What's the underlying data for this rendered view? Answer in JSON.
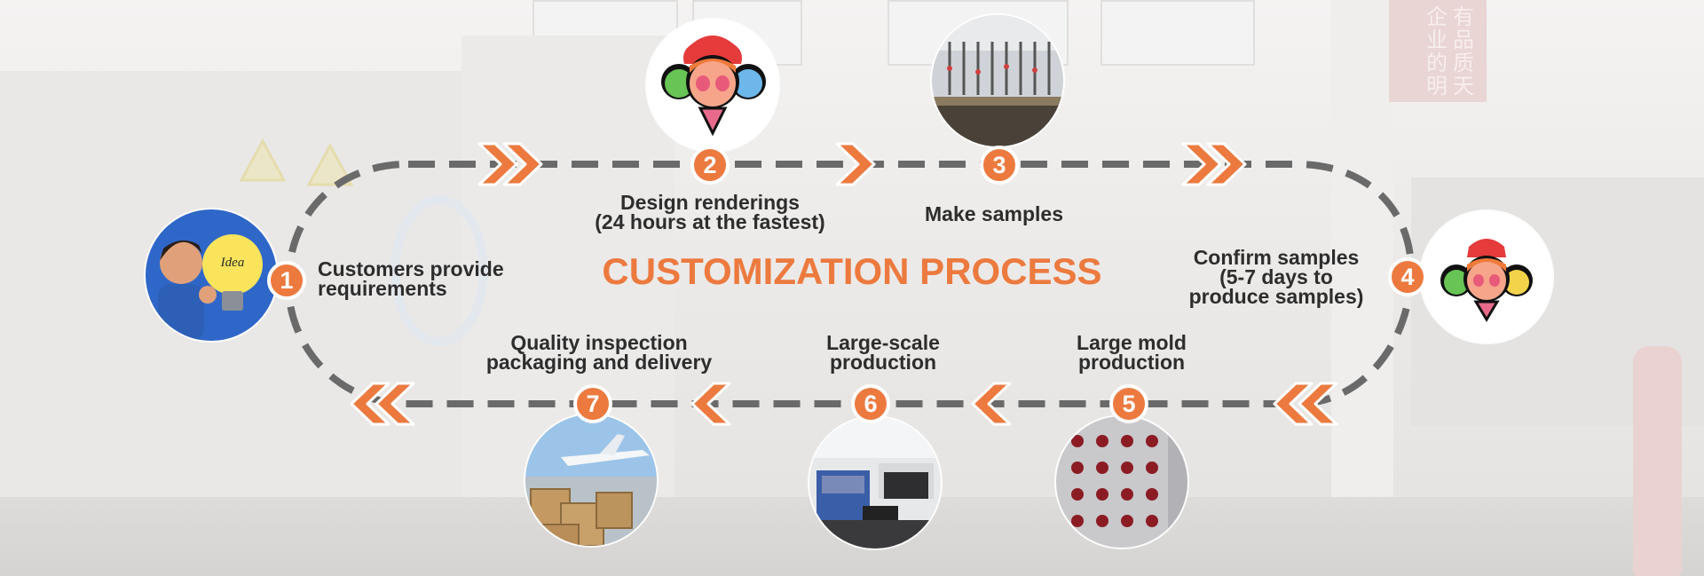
{
  "title": "CUSTOMIZATION PROCESS",
  "colors": {
    "accent": "#ec7a3f",
    "dash": "#6a6a6a",
    "text": "#2d2d2d"
  },
  "background": {
    "banner_chars": [
      "有",
      "品",
      "质",
      "企",
      "业",
      "的",
      "明",
      "天"
    ]
  },
  "steps": [
    {
      "number": "1",
      "lines": [
        "Customers provide",
        "requirements"
      ],
      "image_lettering": "Idea"
    },
    {
      "number": "2",
      "lines": [
        "Design renderings",
        "(24 hours at the fastest)"
      ]
    },
    {
      "number": "3",
      "lines": [
        "Make samples"
      ]
    },
    {
      "number": "4",
      "lines": [
        "Confirm samples",
        "(5-7 days to",
        "produce samples)"
      ]
    },
    {
      "number": "5",
      "lines": [
        "Large mold",
        "production"
      ]
    },
    {
      "number": "6",
      "lines": [
        "Large-scale",
        "production"
      ]
    },
    {
      "number": "7",
      "lines": [
        "Quality inspection",
        "packaging and delivery"
      ]
    }
  ]
}
